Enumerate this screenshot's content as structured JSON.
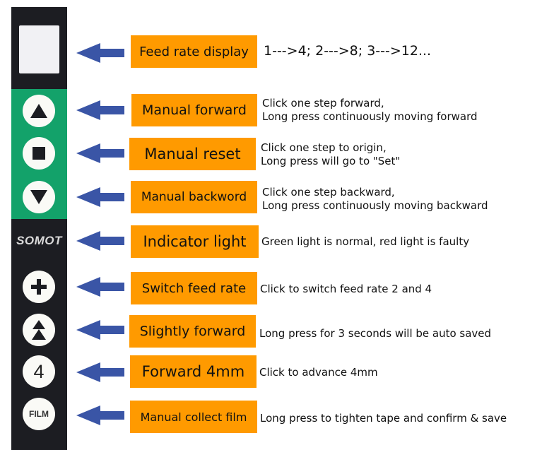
{
  "panel": {
    "brand": "SOMOT",
    "buttons": {
      "number_key": "4",
      "film_key": "FILM"
    }
  },
  "colors": {
    "panel_dark": "#1c1d22",
    "panel_green": "#13a26a",
    "label_orange": "#ff9a00",
    "arrow_blue": "#3a55a6"
  },
  "rows": [
    {
      "icon": "display-window",
      "label": "Feed rate display",
      "desc": [
        "1--->4;  2--->8;  3--->12..."
      ]
    },
    {
      "icon": "triangle-up-icon",
      "label": "Manual forward",
      "desc": [
        "Click one step forward,",
        "Long press continuously moving forward"
      ]
    },
    {
      "icon": "square-stop-icon",
      "label": "Manual reset",
      "desc": [
        "Click one step to origin,",
        "Long press will go to \"Set\""
      ]
    },
    {
      "icon": "triangle-down-icon",
      "label": "Manual backword",
      "desc": [
        "Click one step backward,",
        "Long press continuously moving backward"
      ]
    },
    {
      "icon": "brand-logo",
      "label": "Indicator light",
      "desc": [
        "Green light is normal, red light is faulty"
      ]
    },
    {
      "icon": "plus-icon",
      "label": "Switch feed rate",
      "desc": [
        "Click to switch feed rate 2 and 4"
      ]
    },
    {
      "icon": "double-triangle-up-icon",
      "label": "Slightly forward",
      "desc": [
        "Long press for 3 seconds will be auto saved"
      ]
    },
    {
      "icon": "number-4-icon",
      "label": "Forward 4mm",
      "desc": [
        "Click to advance 4mm"
      ]
    },
    {
      "icon": "film-icon",
      "label": "Manual collect film",
      "desc": [
        "Long press to tighten tape and confirm & save"
      ]
    }
  ]
}
